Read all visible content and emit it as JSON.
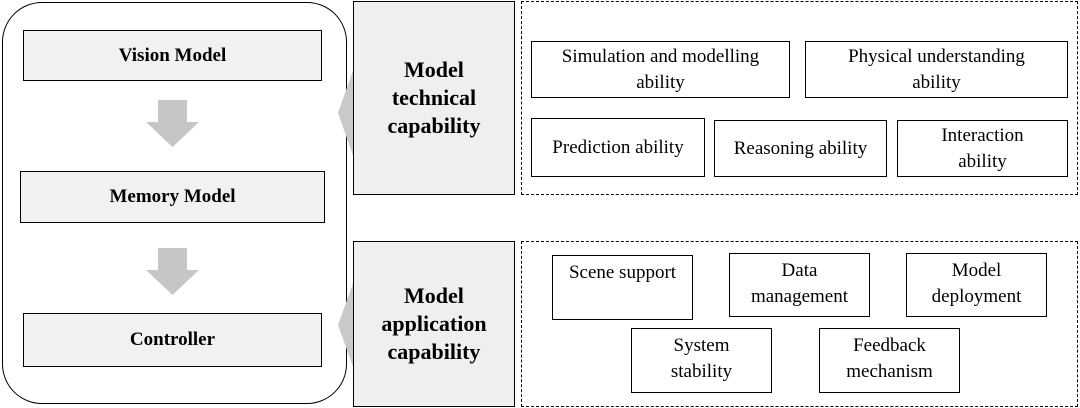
{
  "pipeline": {
    "vision_model": "Vision Model",
    "memory_model": "Memory Model",
    "controller": "Controller"
  },
  "technical": {
    "title_line1": "Model",
    "title_line2": "technical",
    "title_line3": "capability",
    "items": [
      {
        "line1": "Simulation and modelling",
        "line2": "ability"
      },
      {
        "line1": "Physical understanding",
        "line2": "ability"
      },
      {
        "line1": "Prediction ability",
        "line2": ""
      },
      {
        "line1": "Reasoning ability",
        "line2": ""
      },
      {
        "line1": "Interaction",
        "line2": "ability"
      }
    ]
  },
  "application": {
    "title_line1": "Model",
    "title_line2": "application",
    "title_line3": "capability",
    "items": [
      {
        "line1": "Scene support",
        "line2": ""
      },
      {
        "line1": "Data",
        "line2": "management"
      },
      {
        "line1": "Model",
        "line2": "deployment"
      },
      {
        "line1": "System",
        "line2": "stability"
      },
      {
        "line1": "Feedback",
        "line2": "mechanism"
      }
    ]
  }
}
